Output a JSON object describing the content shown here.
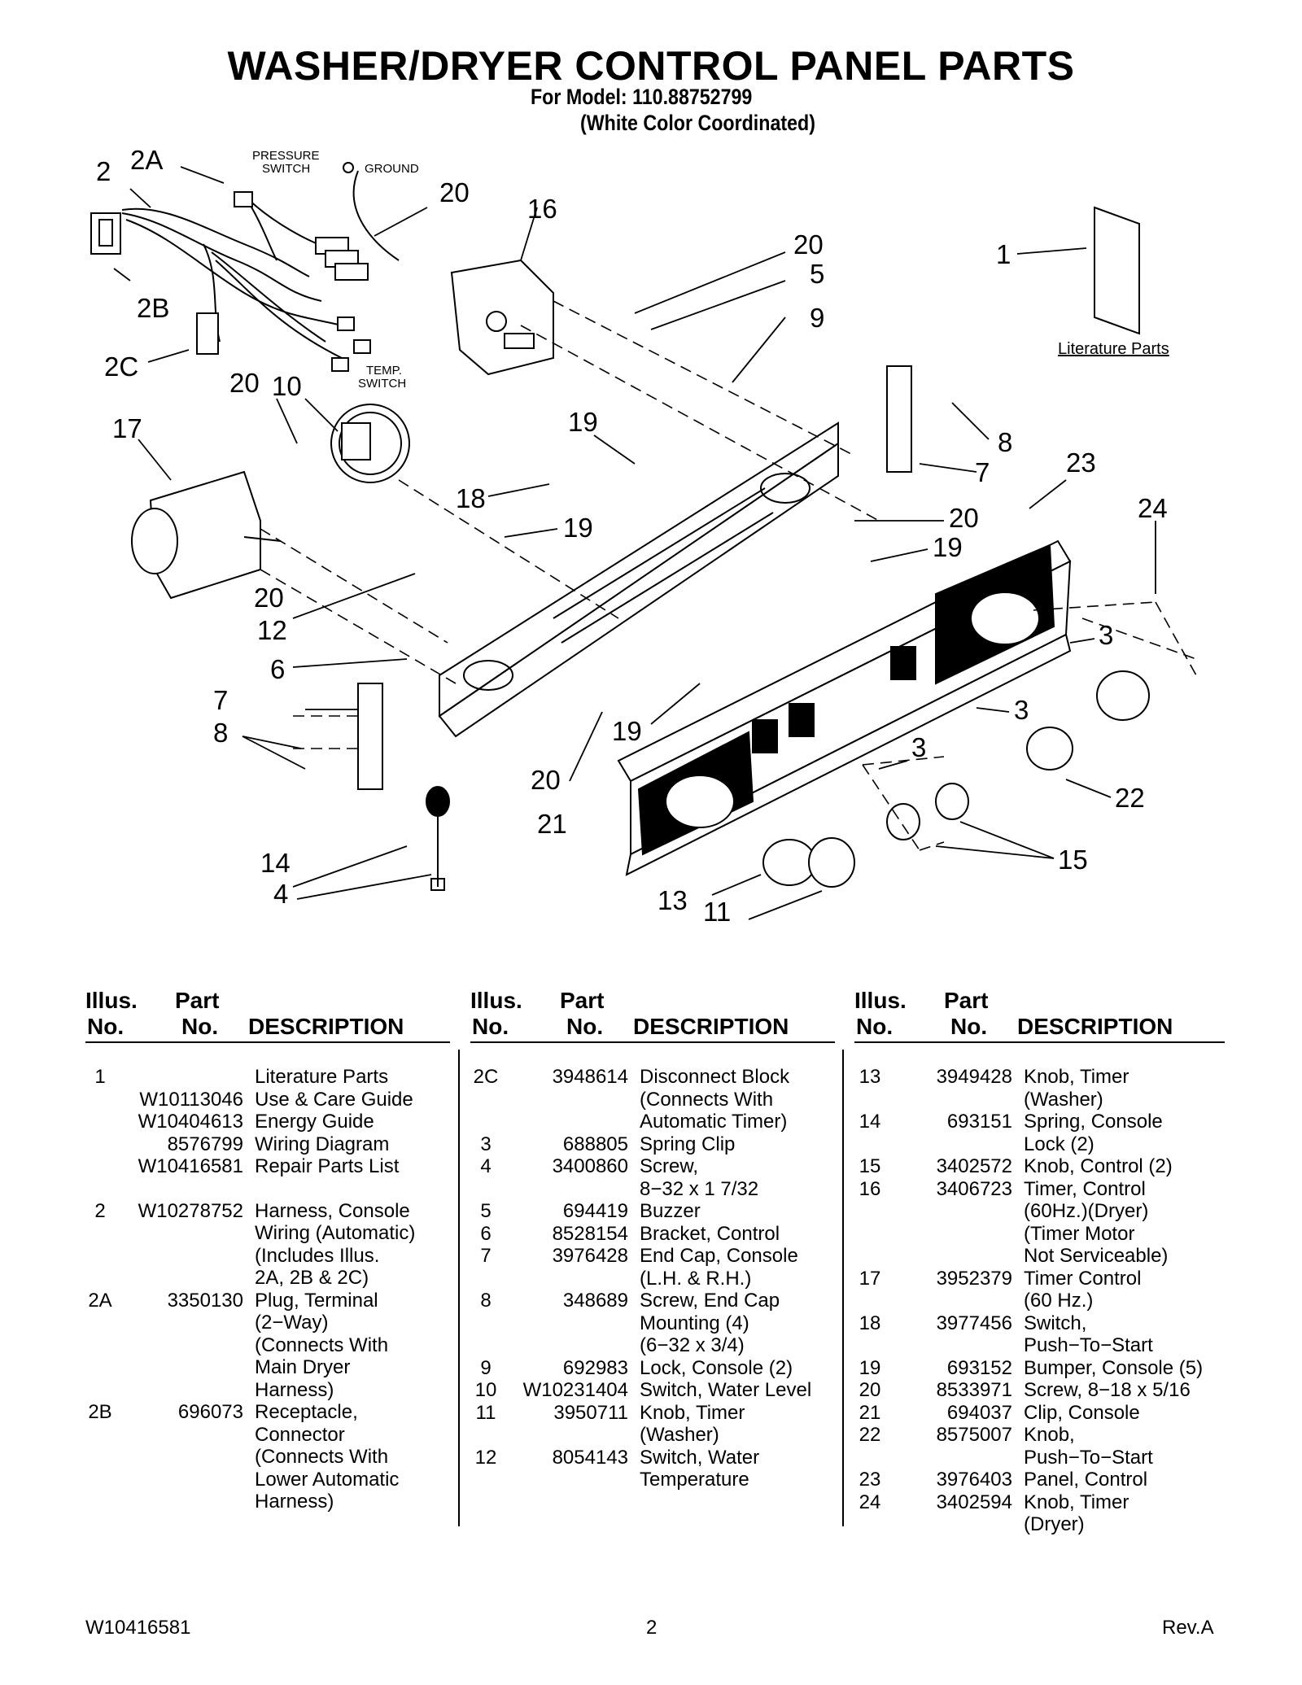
{
  "title": "WASHER/DRYER CONTROL PANEL PARTS",
  "model": "For Model: 110.88752799",
  "color_note": "(White Color Coordinated)",
  "diagram": {
    "callouts": [
      "2",
      "2A",
      "2B",
      "2C",
      "20",
      "16",
      "20",
      "5",
      "9",
      "1",
      "20",
      "10",
      "17",
      "19",
      "18",
      "19",
      "8",
      "7",
      "23",
      "20",
      "24",
      "19",
      "20",
      "12",
      "6",
      "3",
      "7",
      "8",
      "3",
      "3",
      "19",
      "22",
      "20",
      "21",
      "14",
      "4",
      "13",
      "11",
      "15"
    ],
    "pressure_switch": "PRESSURE\nSWITCH",
    "ground": "GROUND",
    "temp_switch": "TEMP.\nSWITCH",
    "literature_parts": "Literature Parts"
  },
  "table_headers": {
    "illus_top": "Illus.",
    "illus_bottom": "No.",
    "part_top": "Part",
    "part_bottom": "No.",
    "description": "DESCRIPTION"
  },
  "columns": [
    [
      {
        "illus": "1",
        "part": "",
        "desc": "Literature Parts"
      },
      {
        "illus": "",
        "part": "W10113046",
        "desc": "Use & Care Guide"
      },
      {
        "illus": "",
        "part": "W10404613",
        "desc": "Energy Guide"
      },
      {
        "illus": "",
        "part": "8576799",
        "desc": "Wiring Diagram"
      },
      {
        "illus": "",
        "part": "W10416581",
        "desc": "Repair Parts List",
        "gap_after": true
      },
      {
        "illus": "2",
        "part": "W10278752",
        "desc": "Harness, Console\nWiring (Automatic)\n(Includes Illus.\n2A, 2B & 2C)"
      },
      {
        "illus": "2A",
        "part": "3350130",
        "desc": "Plug, Terminal\n(2−Way)\n(Connects With\nMain Dryer\nHarness)"
      },
      {
        "illus": "2B",
        "part": "696073",
        "desc": "Receptacle,\nConnector\n(Connects With\nLower Automatic\nHarness)"
      }
    ],
    [
      {
        "illus": "2C",
        "part": "3948614",
        "desc": "Disconnect Block\n(Connects With\nAutomatic Timer)"
      },
      {
        "illus": "3",
        "part": "688805",
        "desc": "Spring Clip"
      },
      {
        "illus": "4",
        "part": "3400860",
        "desc": "Screw,\n8−32 x 1 7/32"
      },
      {
        "illus": "5",
        "part": "694419",
        "desc": "Buzzer"
      },
      {
        "illus": "6",
        "part": "8528154",
        "desc": "Bracket, Control"
      },
      {
        "illus": "7",
        "part": "3976428",
        "desc": "End Cap, Console\n(L.H. & R.H.)"
      },
      {
        "illus": "8",
        "part": "348689",
        "desc": "Screw, End Cap\nMounting (4)\n(6−32 x 3/4)"
      },
      {
        "illus": "9",
        "part": "692983",
        "desc": "Lock, Console (2)"
      },
      {
        "illus": "10",
        "part": "W10231404",
        "desc": "Switch, Water Level"
      },
      {
        "illus": "11",
        "part": "3950711",
        "desc": "Knob, Timer\n(Washer)"
      },
      {
        "illus": "12",
        "part": "8054143",
        "desc": "Switch, Water\nTemperature"
      }
    ],
    [
      {
        "illus": "13",
        "part": "3949428",
        "desc": "Knob, Timer\n(Washer)"
      },
      {
        "illus": "14",
        "part": "693151",
        "desc": "Spring, Console\nLock (2)"
      },
      {
        "illus": "15",
        "part": "3402572",
        "desc": "Knob, Control (2)"
      },
      {
        "illus": "16",
        "part": "3406723",
        "desc": "Timer, Control\n(60Hz.)(Dryer)\n(Timer Motor\nNot Serviceable)"
      },
      {
        "illus": "17",
        "part": "3952379",
        "desc": "Timer Control\n(60 Hz.)"
      },
      {
        "illus": "18",
        "part": "3977456",
        "desc": "Switch,\nPush−To−Start"
      },
      {
        "illus": "19",
        "part": "693152",
        "desc": "Bumper, Console (5)"
      },
      {
        "illus": "20",
        "part": "8533971",
        "desc": "Screw, 8−18 x 5/16"
      },
      {
        "illus": "21",
        "part": "694037",
        "desc": "Clip, Console"
      },
      {
        "illus": "22",
        "part": "8575007",
        "desc": "Knob,\nPush−To−Start"
      },
      {
        "illus": "23",
        "part": "3976403",
        "desc": "Panel, Control"
      },
      {
        "illus": "24",
        "part": "3402594",
        "desc": "Knob, Timer\n(Dryer)"
      }
    ]
  ],
  "footer": {
    "doc_number": "W10416581",
    "page": "2",
    "revision": "Rev.A"
  }
}
